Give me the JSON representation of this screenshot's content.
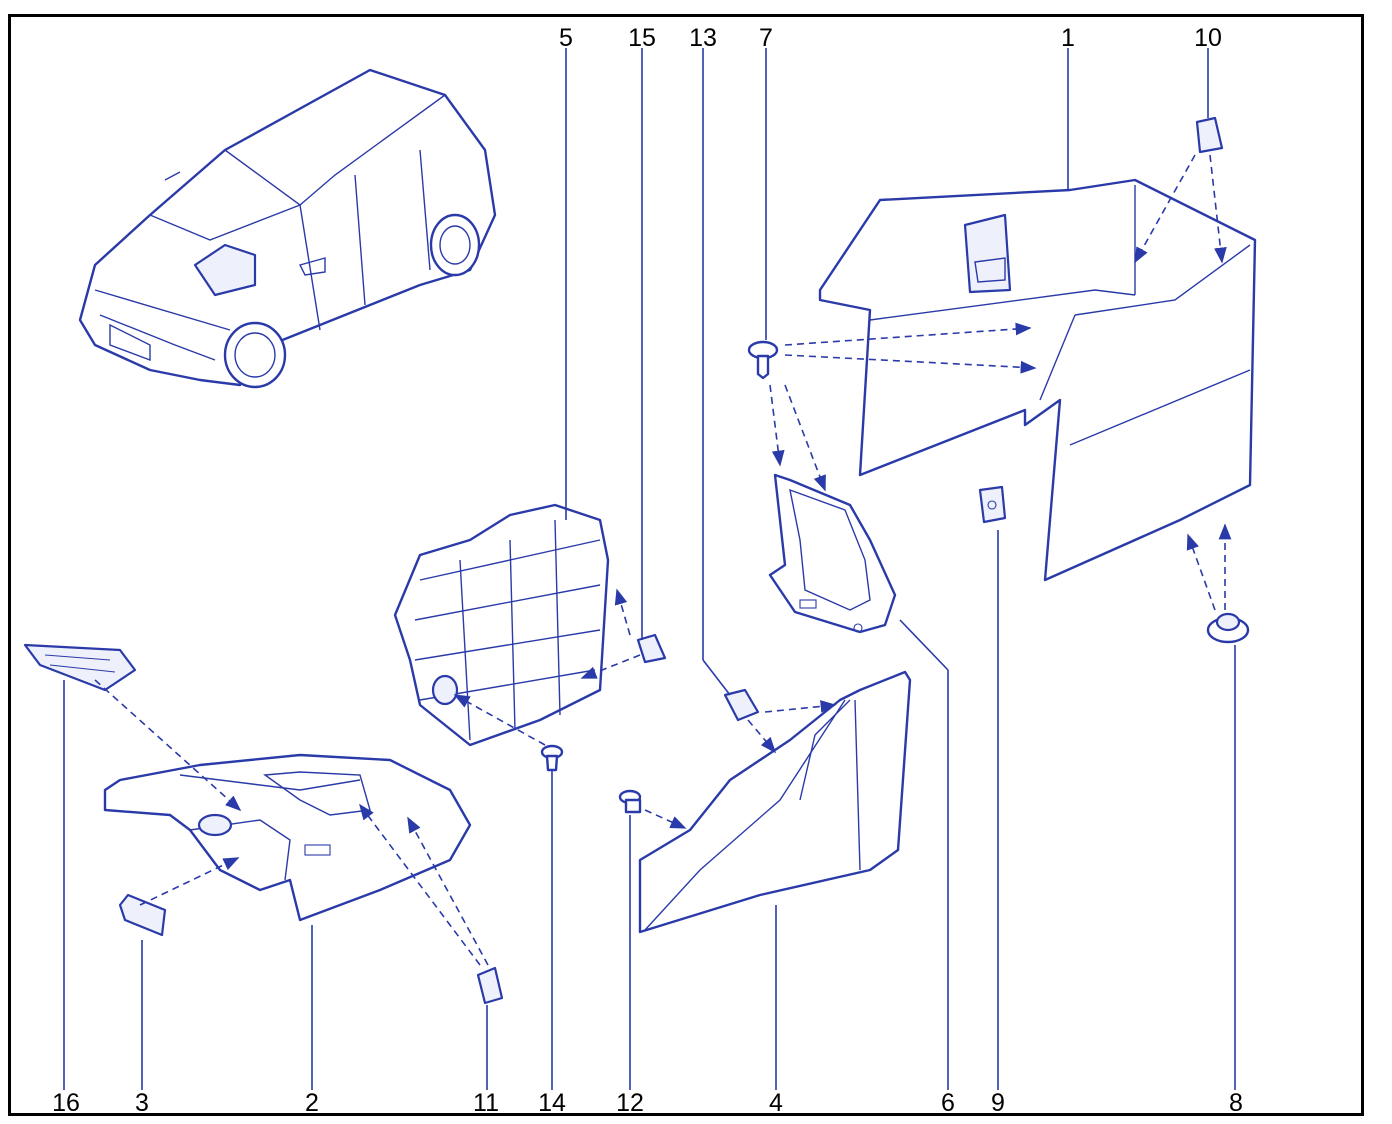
{
  "labels": {
    "p1": "1",
    "p2": "2",
    "p3": "3",
    "p4": "4",
    "p5": "5",
    "p6": "6",
    "p7": "7",
    "p8": "8",
    "p9": "9",
    "p10": "10",
    "p11": "11",
    "p12": "12",
    "p13": "13",
    "p14": "14",
    "p15": "15",
    "p16": "16"
  },
  "colors": {
    "line": "#2a3aa8",
    "border": "#000000",
    "background": "#ffffff"
  },
  "icons": {
    "vehicle": "car-overview-icon",
    "arrow": "dashed-arrow"
  }
}
